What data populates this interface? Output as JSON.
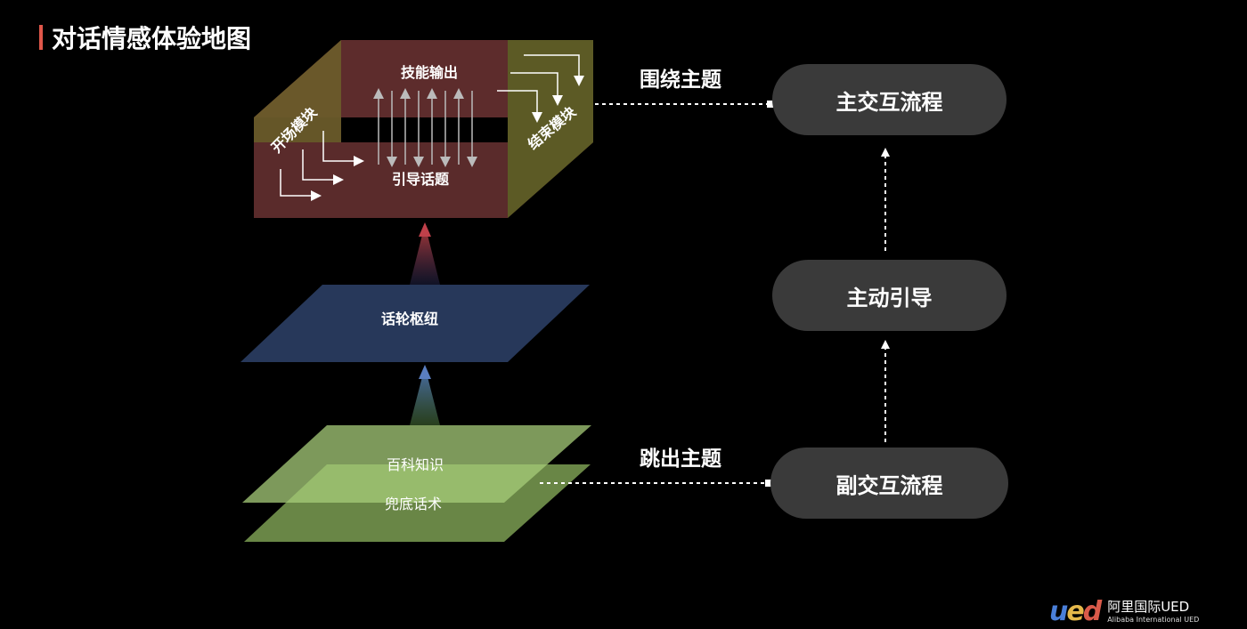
{
  "title": "对话情感体验地图",
  "box": {
    "top_label": "技能输出",
    "bottom_label": "引导话题",
    "left_face": "开场模块",
    "right_face": "结束模块"
  },
  "hub": {
    "label": "话轮枢纽"
  },
  "base_layers": {
    "upper": "百科知识",
    "lower": "兜底话术"
  },
  "pills": {
    "main_flow": "主交互流程",
    "active_guide": "主动引导",
    "sub_flow": "副交互流程"
  },
  "connectors": {
    "around_topic": "围绕主题",
    "jump_topic": "跳出主题"
  },
  "logo": {
    "mark_u": "u",
    "mark_e": "e",
    "mark_d": "d",
    "name_cn": "阿里国际UED",
    "name_en": "Alibaba International UED"
  },
  "colors": {
    "box_front": "#5a2b2b",
    "box_top": "#6b3030",
    "box_side": "#5c5a25",
    "hub": "#27385a",
    "base": "#7e9e54",
    "pill": "#3a3a3a",
    "title_accent": "#e0574a"
  }
}
